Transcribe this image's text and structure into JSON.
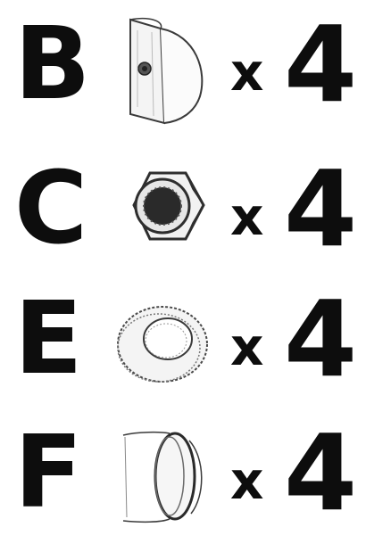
{
  "parts": [
    {
      "letter": "B",
      "times": "x",
      "quantity": "4",
      "icon": "half-round-nut-icon"
    },
    {
      "letter": "C",
      "times": "x",
      "quantity": "4",
      "icon": "hex-nut-icon"
    },
    {
      "letter": "E",
      "times": "x",
      "quantity": "4",
      "icon": "washer-icon"
    },
    {
      "letter": "F",
      "times": "x",
      "quantity": "4",
      "icon": "cap-icon"
    }
  ],
  "colors": {
    "background": "#ffffff",
    "ink": "#0d0d0d",
    "line": "#3a3a3a"
  }
}
